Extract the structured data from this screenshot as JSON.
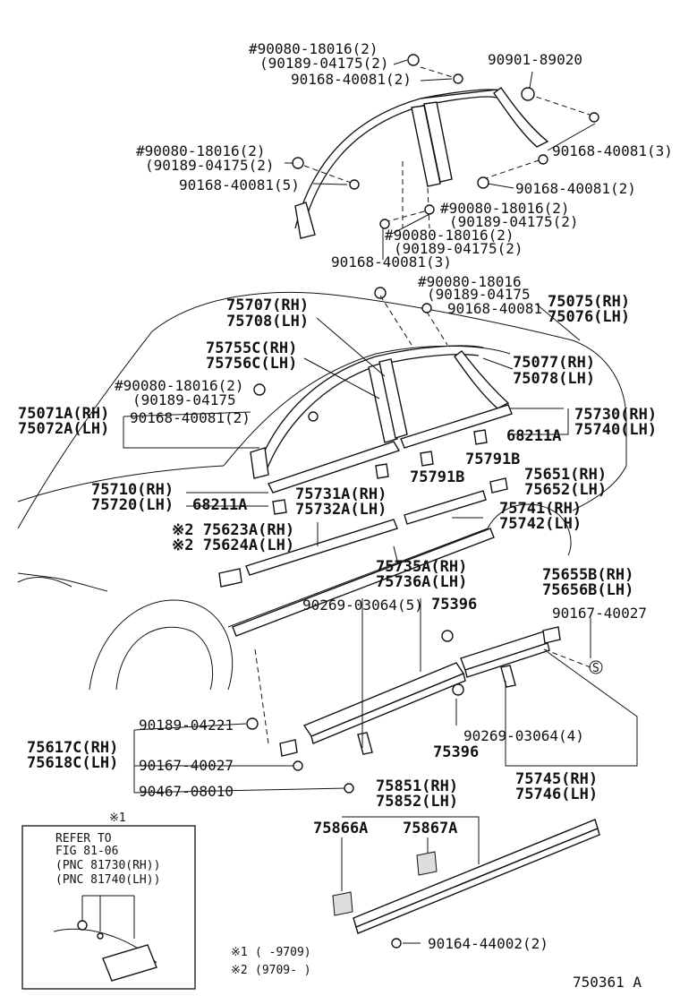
{
  "diagram": {
    "drawing_number": "750361 A",
    "refer_box": {
      "mark": "※1",
      "lines": [
        "REFER TO",
        "FIG 81-06",
        "(PNC 81730(RH))",
        "(PNC 81740(LH))"
      ]
    },
    "footnotes": [
      {
        "mark": "※1",
        "text": "(      -9709)"
      },
      {
        "mark": "※2",
        "text": "(9709-      )"
      }
    ],
    "labels": [
      {
        "id": "l1",
        "text": "#90080-18016(2)"
      },
      {
        "id": "l2",
        "text": "(90189-04175(2)"
      },
      {
        "id": "l3",
        "text": "90168-40081(2)"
      },
      {
        "id": "l4",
        "text": "90901-89020"
      },
      {
        "id": "l5",
        "text": "90168-40081(3)"
      },
      {
        "id": "l6",
        "text": "#90080-18016(2)"
      },
      {
        "id": "l7",
        "text": "(90189-04175(2)"
      },
      {
        "id": "l8",
        "text": "90168-40081(5)"
      },
      {
        "id": "l9",
        "text": "90168-40081(2)"
      },
      {
        "id": "l10",
        "text": "#90080-18016(2)"
      },
      {
        "id": "l11",
        "text": "(90189-04175(2)"
      },
      {
        "id": "l12",
        "text": "#90080-18016(2)"
      },
      {
        "id": "l13",
        "text": "(90189-04175(2)"
      },
      {
        "id": "l14",
        "text": "90168-40081(3)"
      },
      {
        "id": "l15",
        "text": "#90080-18016"
      },
      {
        "id": "l16",
        "text": "(90189-04175"
      },
      {
        "id": "l17",
        "text": "90168-40081"
      },
      {
        "id": "l18",
        "text": "75707(RH)"
      },
      {
        "id": "l19",
        "text": "75708(LH)"
      },
      {
        "id": "l20",
        "text": "75075(RH)"
      },
      {
        "id": "l21",
        "text": "75076(LH)"
      },
      {
        "id": "l22",
        "text": "75755C(RH)"
      },
      {
        "id": "l23",
        "text": "75756C(LH)"
      },
      {
        "id": "l24",
        "text": "75077(RH)"
      },
      {
        "id": "l25",
        "text": "75078(LH)"
      },
      {
        "id": "l26",
        "text": "#90080-18016(2)"
      },
      {
        "id": "l27",
        "text": "(90189-04175"
      },
      {
        "id": "l28",
        "text": "75071A(RH)"
      },
      {
        "id": "l29",
        "text": "75072A(LH)"
      },
      {
        "id": "l30",
        "text": "90168-40081(2)"
      },
      {
        "id": "l31",
        "text": "75730(RH)"
      },
      {
        "id": "l32",
        "text": "75740(LH)"
      },
      {
        "id": "l33",
        "text": "68211A"
      },
      {
        "id": "l34",
        "text": "75791B"
      },
      {
        "id": "l35",
        "text": "75791B"
      },
      {
        "id": "l36",
        "text": "75651(RH)"
      },
      {
        "id": "l37",
        "text": "75652(LH)"
      },
      {
        "id": "l38",
        "text": "75710(RH)"
      },
      {
        "id": "l39",
        "text": "75720(LH)"
      },
      {
        "id": "l40",
        "text": "68211A"
      },
      {
        "id": "l41",
        "text": "75731A(RH)"
      },
      {
        "id": "l42",
        "text": "75732A(LH)"
      },
      {
        "id": "l43",
        "text": "75741(RH)"
      },
      {
        "id": "l44",
        "text": "75742(LH)"
      },
      {
        "id": "l45",
        "text": "※2 75623A(RH)"
      },
      {
        "id": "l46",
        "text": "※2 75624A(LH)"
      },
      {
        "id": "l47",
        "text": "75735A(RH)"
      },
      {
        "id": "l48",
        "text": "75736A(LH)"
      },
      {
        "id": "l49",
        "text": "75655B(RH)"
      },
      {
        "id": "l50",
        "text": "75656B(LH)"
      },
      {
        "id": "l51",
        "text": "90269-03064(5)"
      },
      {
        "id": "l52",
        "text": "75396"
      },
      {
        "id": "l53",
        "text": "90167-40027"
      },
      {
        "id": "l54",
        "text": "90189-04221"
      },
      {
        "id": "l55",
        "text": "75617C(RH)"
      },
      {
        "id": "l56",
        "text": "75618C(LH)"
      },
      {
        "id": "l57",
        "text": "90167-40027"
      },
      {
        "id": "l58",
        "text": "90269-03064(4)"
      },
      {
        "id": "l59",
        "text": "75396"
      },
      {
        "id": "l60",
        "text": "90467-08010"
      },
      {
        "id": "l61",
        "text": "75851(RH)"
      },
      {
        "id": "l62",
        "text": "75852(LH)"
      },
      {
        "id": "l63",
        "text": "75745(RH)"
      },
      {
        "id": "l64",
        "text": "75746(LH)"
      },
      {
        "id": "l65",
        "text": "75866A"
      },
      {
        "id": "l66",
        "text": "75867A"
      },
      {
        "id": "l67",
        "text": "90164-44002(2)"
      },
      {
        "id": "l68",
        "text": "S"
      }
    ]
  }
}
